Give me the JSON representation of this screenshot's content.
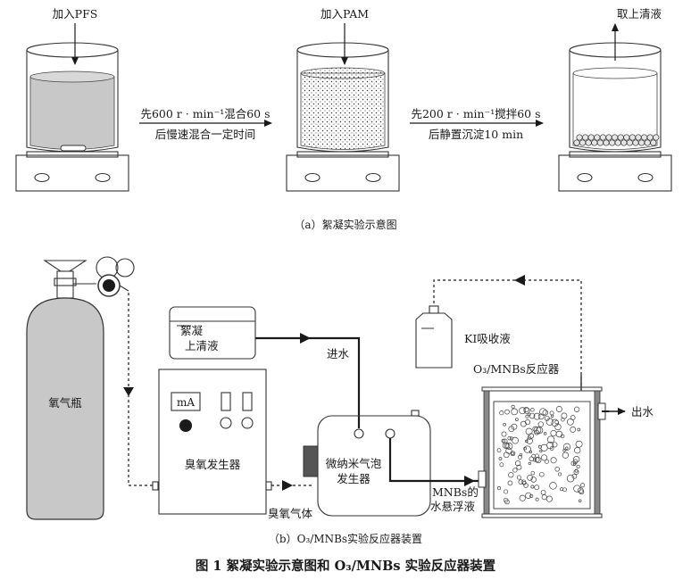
{
  "panel_a": {
    "step1_label": "加入PFS",
    "step2_label": "加入PAM",
    "step3_label": "取上清液",
    "arrow1_line1": "先600 r · min⁻¹混合60 s",
    "arrow1_line2": "后慢速混合一定时间",
    "arrow2_line1": "先200 r · min⁻¹搅拌60 s",
    "arrow2_line2": "后静置沉淀10 min",
    "caption": "（a）絮凝实验示意图"
  },
  "panel_b": {
    "oxygen_cylinder": "氧气瓶",
    "supernatant_line1": "絮凝",
    "supernatant_line2": "上清液",
    "water_in": "进水",
    "ki_solution": "KI吸收液",
    "reactor_title": "O₃/MNBs反应器",
    "water_out": "出水",
    "meter_label": "mA",
    "ozone_generator": "臭氧发生器",
    "mnb_generator_line1": "微纳米气泡",
    "mnb_generator_line2": "发生器",
    "ozone_gas": "臭氧气体",
    "suspension_line1": "MNBs的",
    "suspension_line2": "水悬浮液",
    "caption": "（b）O₃/MNBs实验反应器装置"
  },
  "figure_caption": "图 1    絮凝实验示意图和 O₃/MNBs 实验反应器装置"
}
